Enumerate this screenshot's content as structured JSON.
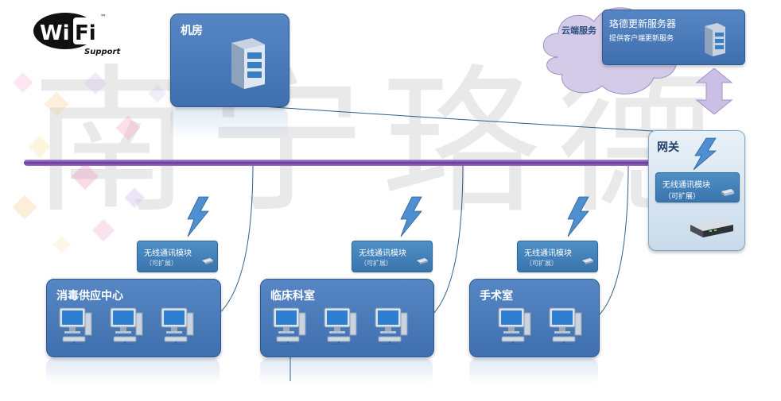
{
  "logo": {
    "text_left": "Wi",
    "text_right": "Fi",
    "tm": "™",
    "sub": "Support"
  },
  "watermark": "南宁珞德",
  "machine_room": {
    "title": "机房"
  },
  "cloud": {
    "label": "云端服务",
    "server_title": "珞德更新服务器",
    "server_subtitle": "提供客户端更新服务"
  },
  "gateway": {
    "title": "网关",
    "module_line1": "无线通讯模块",
    "module_line2": "（可扩展）"
  },
  "modules": [
    {
      "line1": "无线通讯模块",
      "line2": "（可扩展）"
    },
    {
      "line1": "无线通讯模块",
      "line2": "（可扩展）"
    },
    {
      "line1": "无线通讯模块",
      "line2": "（可扩展）"
    }
  ],
  "departments": [
    {
      "title": "消毒供应中心",
      "pc_count": 3
    },
    {
      "title": "临床科室",
      "pc_count": 3
    },
    {
      "title": "手术室",
      "pc_count": 2
    }
  ],
  "colors": {
    "box_blue": "#4a7aba",
    "bus_purple": "#7a4aa8",
    "module_blue": "#4a86bf",
    "cloud": "#cfc6e6",
    "arrow": "#c9bde6"
  }
}
